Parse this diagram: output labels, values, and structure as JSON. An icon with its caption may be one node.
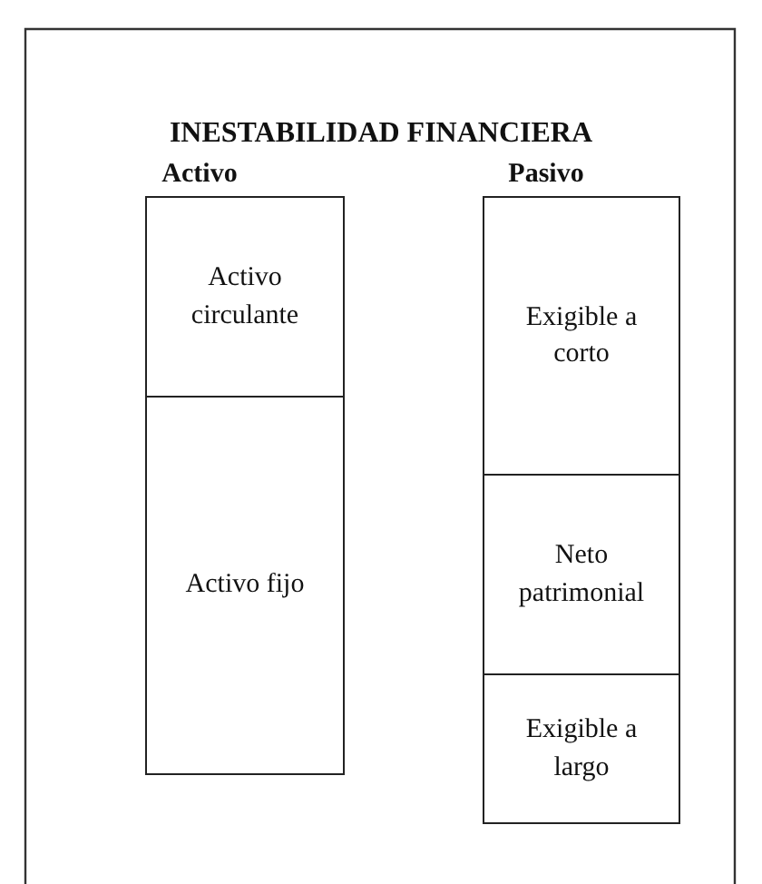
{
  "diagram": {
    "title": "INESTABILIDAD FINANCIERA",
    "nodes": [
      {
        "text": [
          "Activo circulante"
        ]
      },
      {
        "text": [
          "Activo fijo"
        ]
      },
      {
        "text": [
          "Exigible a corto"
        ]
      },
      {
        "text": [
          "Neto patrimonial"
        ]
      },
      {
        "text": [
          "Exigible a largo"
        ]
      }
    ],
    "labels": [
      "Activo",
      "Pasivo"
    ]
  }
}
